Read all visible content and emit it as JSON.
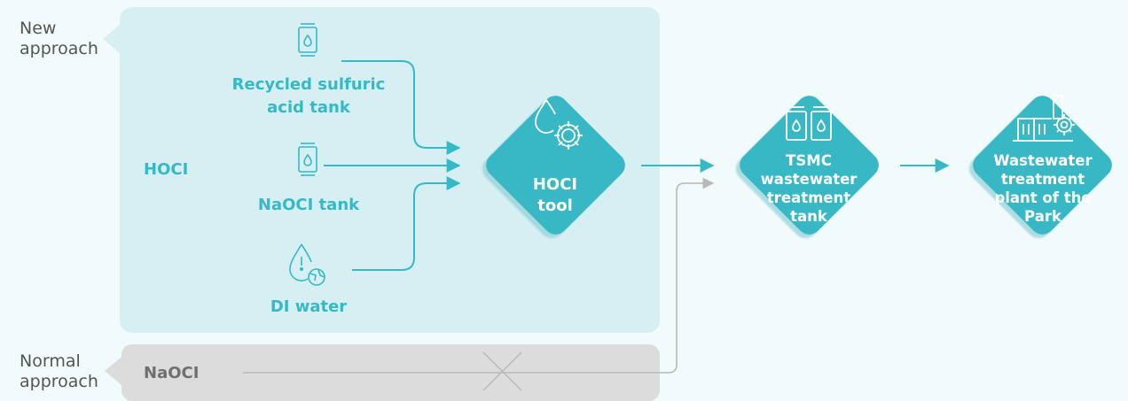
{
  "labels": {
    "new_approach": "New\napproach",
    "normal_approach": "Normal\napproach"
  },
  "groups": {
    "hocl": "HOCI",
    "naocl": "NaOCI"
  },
  "sources": {
    "sulfuric": "Recycled sulfuric\nacid tank",
    "naocl_tank": "NaOCI tank",
    "di_water": "DI water"
  },
  "nodes": {
    "hocl_tool": "HOCI\ntool",
    "tsmc_tank": "TSMC\nwastewater\ntreatment\ntank",
    "park_plant": "Wastewater\ntreatment\nplant of the\nPark"
  },
  "icons": {
    "sulfuric": "tank-icon",
    "naocl_tank": "tank-icon",
    "di_water": "water-drop-icon",
    "hocl_tool": "drop-gear-icon",
    "tsmc_tank": "twin-tanks-icon",
    "park_plant": "factory-gear-icon"
  },
  "colors": {
    "background": "#f2fbfb",
    "new_panel": "#d6eff3",
    "normal_panel": "#dcdcdc",
    "accent": "#35b9c7",
    "diamond": "#37b7c4",
    "muted_line": "#b8b8b8",
    "muted_text": "#6f6f6f"
  }
}
